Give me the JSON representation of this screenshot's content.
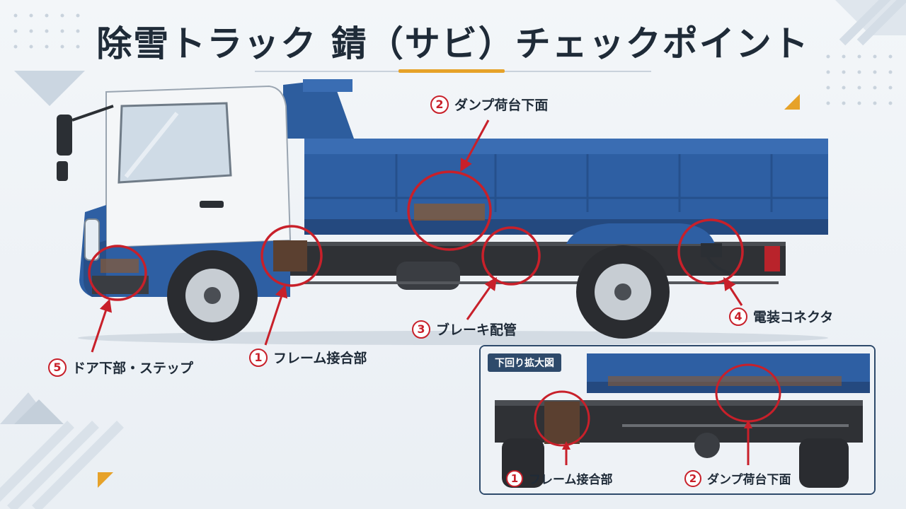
{
  "title": "除雪トラック 錆（サビ）チェックポイント",
  "colors": {
    "accent_red": "#c8202a",
    "truck_blue": "#2e5fa3",
    "accent_orange": "#e6a229",
    "navy": "#2e4a6b"
  },
  "callouts": [
    {
      "num": "2",
      "label": "ダンプ荷台下面"
    },
    {
      "num": "3",
      "label": "ブレーキ配管"
    },
    {
      "num": "4",
      "label": "電装コネクタ"
    },
    {
      "num": "1",
      "label": "フレーム接合部"
    },
    {
      "num": "5",
      "label": "ドア下部・ステップ"
    }
  ],
  "inset": {
    "label": "下回り拡大図",
    "callouts": [
      {
        "num": "1",
        "label": "フレーム接合部"
      },
      {
        "num": "2",
        "label": "ダンプ荷台下面"
      }
    ]
  }
}
